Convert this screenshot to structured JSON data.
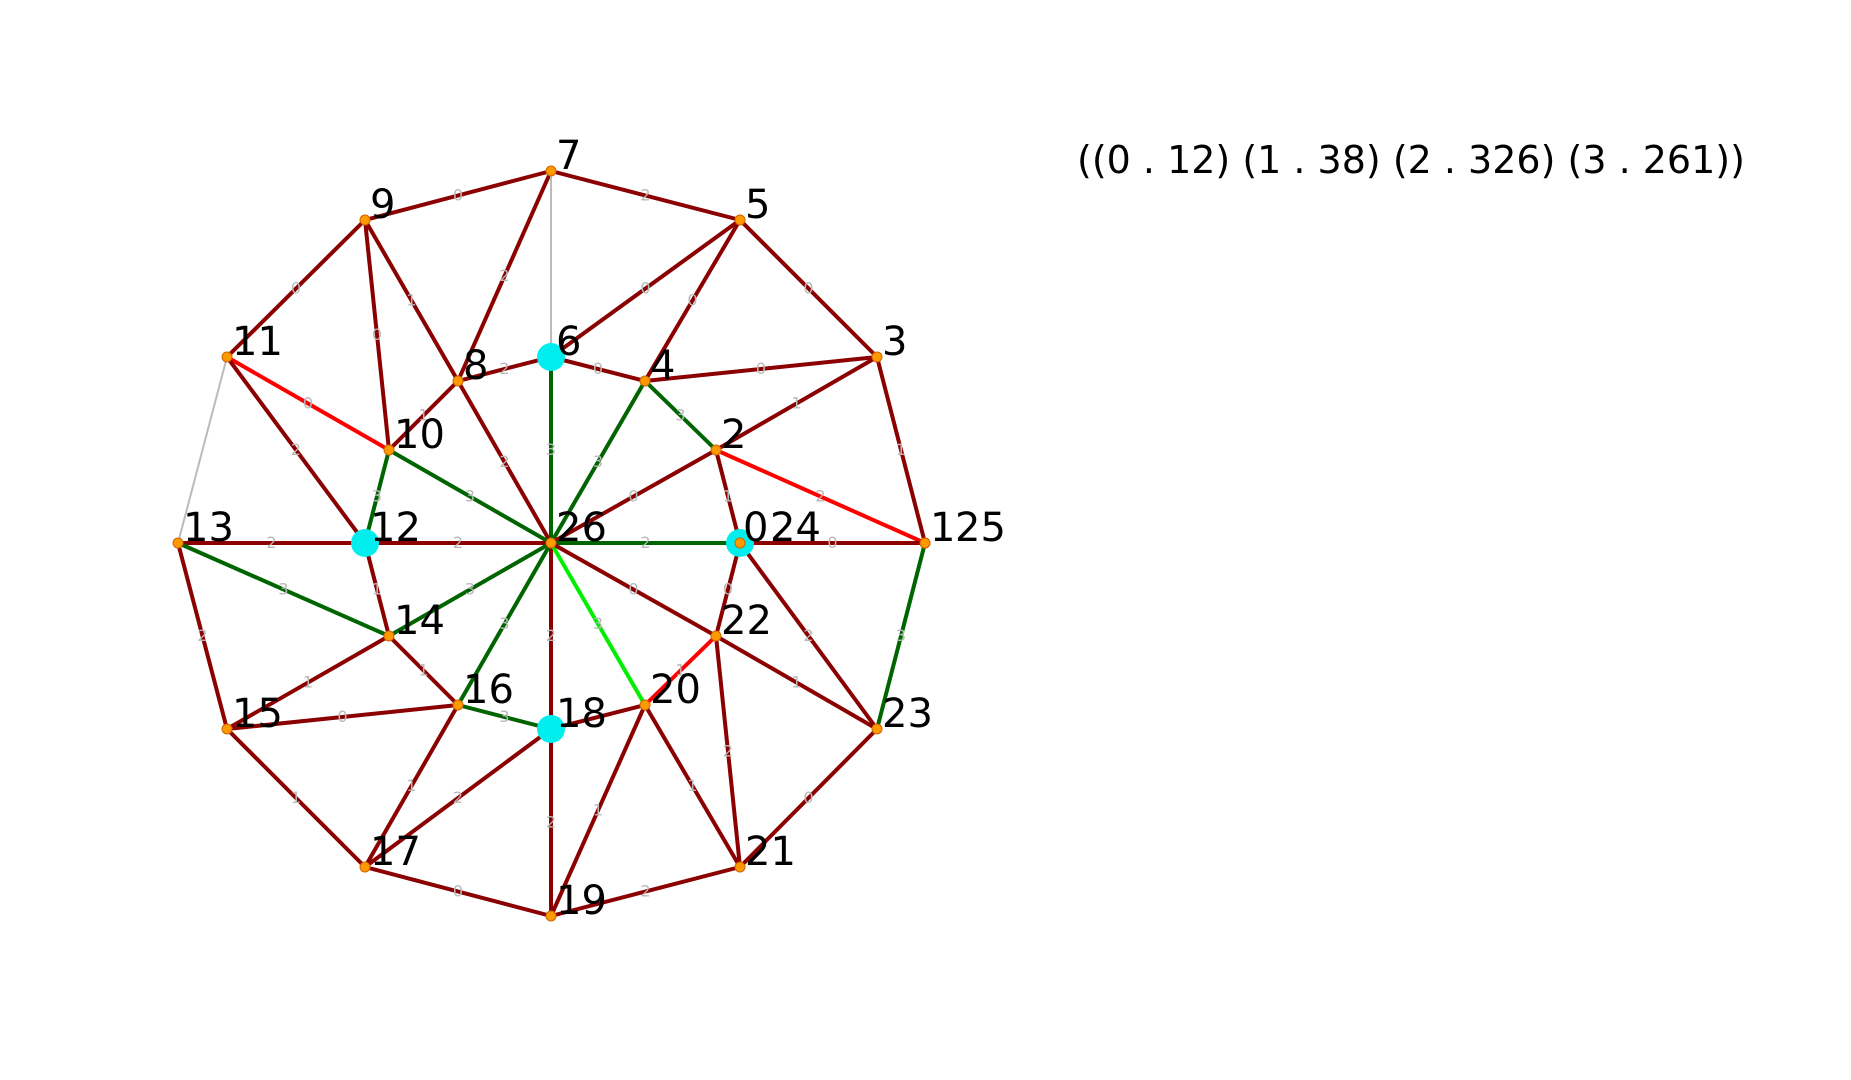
{
  "summary": "((0 . 12) (1 . 38) (2 . 326) (3 . 261))",
  "colors": {
    "background": "#ffffff",
    "node_small": "#ff9900",
    "node_small_stroke": "#cc6600",
    "node_large": "#00eeee",
    "edge_dark_red": "#8b0000",
    "edge_red": "#ff0000",
    "edge_dark_green": "#006400",
    "edge_bright_green": "#00ee00",
    "edge_gray": "#bbbbbb",
    "edge_label": "#b8b8b8"
  },
  "nodes": [
    {
      "id": "0",
      "label": "0",
      "large": true
    },
    {
      "id": "1",
      "label": "1",
      "large": false
    },
    {
      "id": "2",
      "label": "2",
      "large": false
    },
    {
      "id": "3",
      "label": "3",
      "large": false
    },
    {
      "id": "4",
      "label": "4",
      "large": false
    },
    {
      "id": "5",
      "label": "5",
      "large": false
    },
    {
      "id": "6",
      "label": "6",
      "large": true
    },
    {
      "id": "7",
      "label": "7",
      "large": false
    },
    {
      "id": "8",
      "label": "8",
      "large": false
    },
    {
      "id": "9",
      "label": "9",
      "large": false
    },
    {
      "id": "10",
      "label": "10",
      "large": false
    },
    {
      "id": "11",
      "label": "11",
      "large": false
    },
    {
      "id": "12",
      "label": "12",
      "large": true
    },
    {
      "id": "13",
      "label": "13",
      "large": false
    },
    {
      "id": "14",
      "label": "14",
      "large": false
    },
    {
      "id": "15",
      "label": "15",
      "large": false
    },
    {
      "id": "16",
      "label": "16",
      "large": false
    },
    {
      "id": "17",
      "label": "17",
      "large": false
    },
    {
      "id": "18",
      "label": "18",
      "large": true
    },
    {
      "id": "19",
      "label": "19",
      "large": false
    },
    {
      "id": "20",
      "label": "20",
      "large": false
    },
    {
      "id": "21",
      "label": "21",
      "large": false
    },
    {
      "id": "22",
      "label": "22",
      "large": false
    },
    {
      "id": "23",
      "label": "23",
      "large": false
    },
    {
      "id": "24",
      "label": "24",
      "large": false
    },
    {
      "id": "25",
      "label": "25",
      "large": false
    },
    {
      "id": "26",
      "label": "26",
      "large": false
    }
  ],
  "edges": [
    {
      "from": "7",
      "to": "9",
      "label": "0",
      "color": "dark_red"
    },
    {
      "from": "7",
      "to": "5",
      "label": "2",
      "color": "dark_red"
    },
    {
      "from": "7",
      "to": "8",
      "label": "2",
      "color": "dark_red"
    },
    {
      "from": "7",
      "to": "6",
      "label": "",
      "color": "gray"
    },
    {
      "from": "9",
      "to": "11",
      "label": "0",
      "color": "dark_red"
    },
    {
      "from": "9",
      "to": "8",
      "label": "1",
      "color": "dark_red"
    },
    {
      "from": "9",
      "to": "10",
      "label": "0",
      "color": "dark_red"
    },
    {
      "from": "5",
      "to": "3",
      "label": "0",
      "color": "dark_red"
    },
    {
      "from": "5",
      "to": "6",
      "label": "0",
      "color": "dark_red"
    },
    {
      "from": "5",
      "to": "4",
      "label": "0",
      "color": "dark_red"
    },
    {
      "from": "3",
      "to": "4",
      "label": "0",
      "color": "dark_red"
    },
    {
      "from": "3",
      "to": "2",
      "label": "1",
      "color": "dark_red"
    },
    {
      "from": "3",
      "to": "1",
      "label": "1",
      "color": "dark_red"
    },
    {
      "from": "11",
      "to": "10",
      "label": "0",
      "color": "red"
    },
    {
      "from": "11",
      "to": "12",
      "label": "2",
      "color": "dark_red"
    },
    {
      "from": "11",
      "to": "13",
      "label": "",
      "color": "gray"
    },
    {
      "from": "8",
      "to": "6",
      "label": "2",
      "color": "dark_red"
    },
    {
      "from": "8",
      "to": "10",
      "label": "1",
      "color": "dark_red"
    },
    {
      "from": "8",
      "to": "26",
      "label": "2",
      "color": "dark_red"
    },
    {
      "from": "6",
      "to": "4",
      "label": "0",
      "color": "dark_red"
    },
    {
      "from": "6",
      "to": "26",
      "label": "3",
      "color": "dark_green"
    },
    {
      "from": "4",
      "to": "2",
      "label": "3",
      "color": "dark_green"
    },
    {
      "from": "4",
      "to": "26",
      "label": "3",
      "color": "dark_green"
    },
    {
      "from": "2",
      "to": "26",
      "label": "0",
      "color": "dark_red"
    },
    {
      "from": "2",
      "to": "1",
      "label": "2",
      "color": "red"
    },
    {
      "from": "2",
      "to": "24",
      "label": "1",
      "color": "dark_red"
    },
    {
      "from": "10",
      "to": "26",
      "label": "3",
      "color": "dark_green"
    },
    {
      "from": "10",
      "to": "12",
      "label": "3",
      "color": "dark_green"
    },
    {
      "from": "13",
      "to": "12",
      "label": "2",
      "color": "dark_red"
    },
    {
      "from": "12",
      "to": "26",
      "label": "2",
      "color": "dark_red"
    },
    {
      "from": "26",
      "to": "24",
      "label": "2",
      "color": "dark_green"
    },
    {
      "from": "24",
      "to": "1",
      "label": "0",
      "color": "dark_red"
    },
    {
      "from": "1",
      "to": "23",
      "label": "3",
      "color": "dark_green"
    },
    {
      "from": "13",
      "to": "14",
      "label": "3",
      "color": "dark_green"
    },
    {
      "from": "13",
      "to": "15",
      "label": "2",
      "color": "dark_red"
    },
    {
      "from": "12",
      "to": "14",
      "label": "1",
      "color": "dark_red"
    },
    {
      "from": "26",
      "to": "14",
      "label": "3",
      "color": "dark_green"
    },
    {
      "from": "26",
      "to": "16",
      "label": "3",
      "color": "dark_green"
    },
    {
      "from": "26",
      "to": "18",
      "label": "2",
      "color": "dark_red"
    },
    {
      "from": "26",
      "to": "20",
      "label": "3",
      "color": "bright_green"
    },
    {
      "from": "26",
      "to": "22",
      "label": "0",
      "color": "dark_red"
    },
    {
      "from": "24",
      "to": "22",
      "label": "0",
      "color": "dark_red"
    },
    {
      "from": "24",
      "to": "23",
      "label": "2",
      "color": "dark_red"
    },
    {
      "from": "22",
      "to": "23",
      "label": "1",
      "color": "dark_red"
    },
    {
      "from": "22",
      "to": "20",
      "label": "1",
      "color": "red"
    },
    {
      "from": "22",
      "to": "21",
      "label": "2",
      "color": "dark_red"
    },
    {
      "from": "14",
      "to": "15",
      "label": "1",
      "color": "dark_red"
    },
    {
      "from": "14",
      "to": "16",
      "label": "1",
      "color": "dark_red"
    },
    {
      "from": "15",
      "to": "16",
      "label": "0",
      "color": "dark_red"
    },
    {
      "from": "15",
      "to": "17",
      "label": "1",
      "color": "dark_red"
    },
    {
      "from": "16",
      "to": "18",
      "label": "3",
      "color": "dark_green"
    },
    {
      "from": "16",
      "to": "17",
      "label": "1",
      "color": "dark_red"
    },
    {
      "from": "18",
      "to": "17",
      "label": "2",
      "color": "dark_red"
    },
    {
      "from": "18",
      "to": "20",
      "label": "",
      "color": "dark_red"
    },
    {
      "from": "18",
      "to": "19",
      "label": "2",
      "color": "dark_red"
    },
    {
      "from": "20",
      "to": "19",
      "label": "1",
      "color": "dark_red"
    },
    {
      "from": "20",
      "to": "21",
      "label": "1",
      "color": "dark_red"
    },
    {
      "from": "23",
      "to": "21",
      "label": "0",
      "color": "dark_red"
    },
    {
      "from": "17",
      "to": "19",
      "label": "0",
      "color": "dark_red"
    },
    {
      "from": "19",
      "to": "21",
      "label": "2",
      "color": "dark_red"
    }
  ]
}
